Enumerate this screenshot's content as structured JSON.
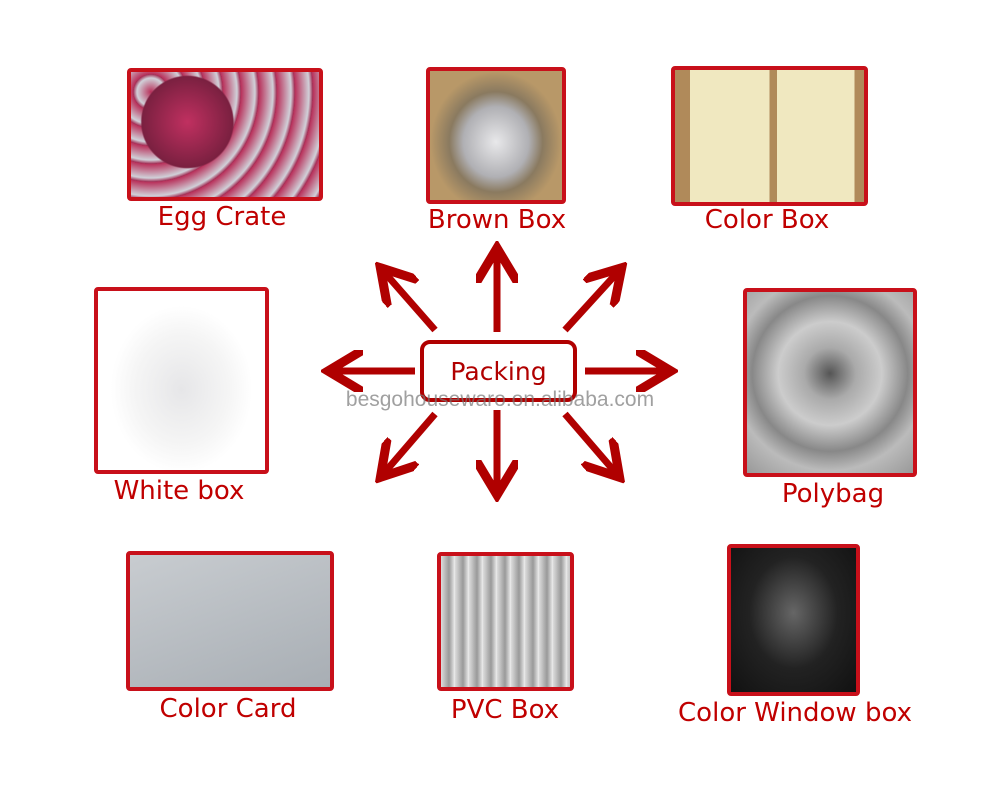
{
  "center": {
    "label": "Packing"
  },
  "watermark": "besgohousewaro.on.alibaba.com",
  "colors": {
    "border": "#c8101a",
    "arrow": "#b00000",
    "label": "#c00000"
  },
  "items": [
    {
      "label": "Egg Crate"
    },
    {
      "label": "Brown Box"
    },
    {
      "label": "Color Box"
    },
    {
      "label": "White box"
    },
    {
      "label": "Polybag"
    },
    {
      "label": "Color Card"
    },
    {
      "label": "PVC Box"
    },
    {
      "label": "Color Window box"
    }
  ]
}
